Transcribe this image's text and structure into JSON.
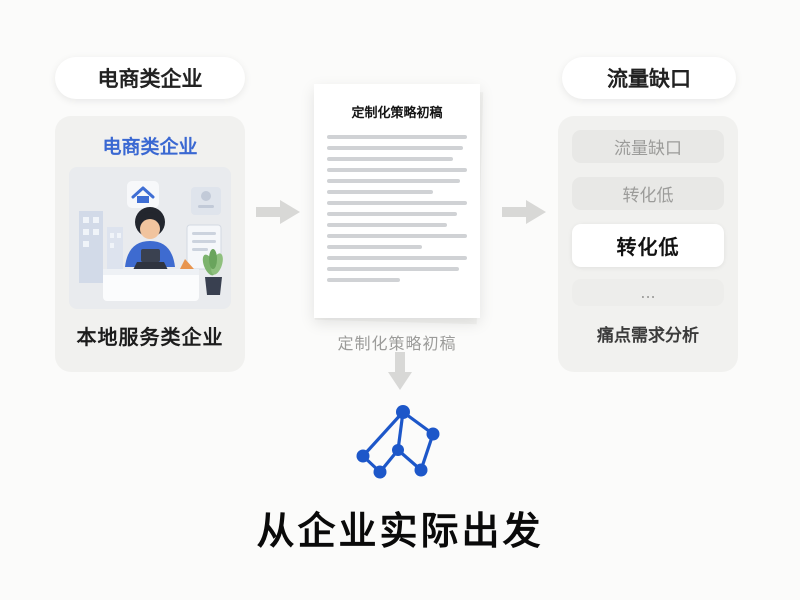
{
  "left": {
    "pill_label": "电商类企业",
    "card_title": "电商类企业",
    "card_caption": "本地服务类企业"
  },
  "center": {
    "doc_title": "定制化策略初稿",
    "doc_label": "定制化策略初稿"
  },
  "right": {
    "pill_label": "流量缺口",
    "items": [
      {
        "label": "流量缺口"
      },
      {
        "label": "转化低"
      },
      {
        "label": "转化低"
      },
      {
        "label": "..."
      }
    ],
    "caption": "痛点需求分析"
  },
  "bottom": {
    "title": "从企业实际出发"
  },
  "colors": {
    "accent_blue": "#3a68d2",
    "graph_blue": "#1d57c9",
    "arrow_gray": "#d8d8d6",
    "card_bg": "#f1f1ef",
    "page_bg": "#fbfbfa"
  },
  "icons": [
    "arrow-right-icon",
    "arrow-down-icon",
    "network-graph-icon",
    "office-illustration"
  ]
}
